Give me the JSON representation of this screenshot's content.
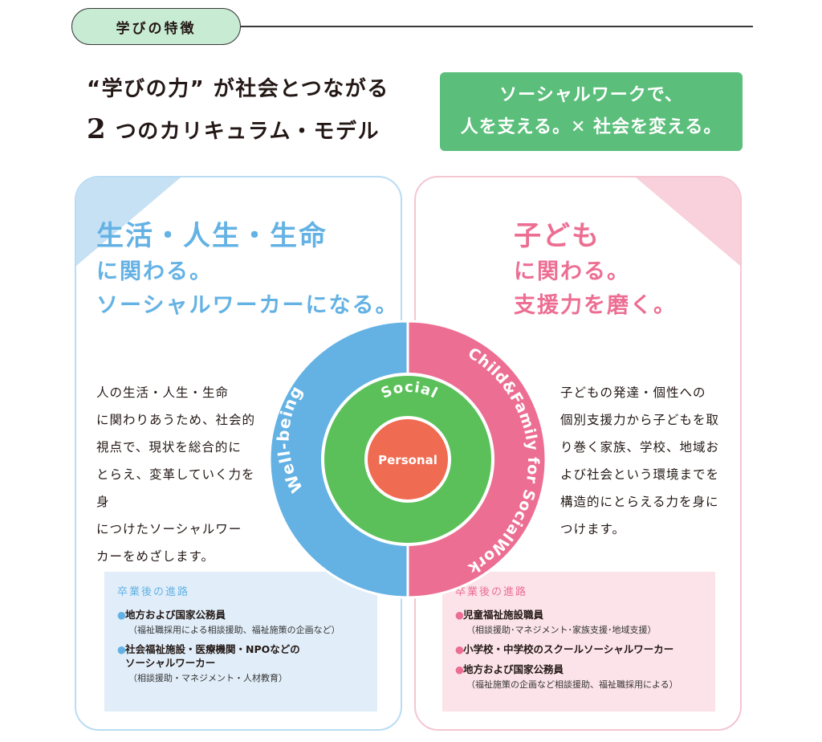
{
  "section_tag": "学びの特徴",
  "headline": {
    "line1": "“学びの力” が社会とつながる",
    "line2_num": "2",
    "line2_rest": " つのカリキュラム・モデル"
  },
  "slogan": {
    "line1": "ソーシャルワークで、",
    "line2": "人を支える。✕ 社会を変える。"
  },
  "left_panel": {
    "head1": "生活・人生・生命",
    "head2": "に関わる。",
    "head3": "ソーシャルワーカーになる。",
    "desc": [
      "人の生活・人生・生命",
      "に関わりあうため、社会的",
      "視点で、現状を総合的に",
      "とらえ、変革していく力を身",
      "につけたソーシャルワー",
      "カーをめざします。"
    ],
    "career_title": "卒業後の進路",
    "careers": [
      {
        "label": "地方および国家公務員",
        "sub": "（福祉職採用による相談援助、福祉施策の企画など）"
      },
      {
        "label": "社会福祉施設・医療機関・NPOなどの",
        "label2": "ソーシャルワーカー",
        "sub": "（相談援助・マネジメント・人材教育）"
      }
    ]
  },
  "right_panel": {
    "head1": "子ども",
    "head2": "に関わる。",
    "head3": "支援力を磨く。",
    "desc": [
      "子どもの発達・個性への",
      "個別支援力から子どもを取",
      "り巻く家族、学校、地域お",
      "よび社会という環境までを",
      "構造的にとらえる力を身に",
      "つけます。"
    ],
    "career_title": "卒業後の進路",
    "careers": [
      {
        "label": "児童福祉施設職員",
        "sub": "（相談援助･マネジメント･家族支援･地域支援）"
      },
      {
        "label": "小学校・中学校のスクールソーシャルワーカー",
        "sub": ""
      },
      {
        "label": "地方および国家公務員",
        "sub": "（福祉施策の企画など相談援助、福祉職採用による）"
      }
    ]
  },
  "diagram": {
    "left_ring_label": "Well-being",
    "right_ring_label": "Child&Family for SocialWork",
    "middle_label": "Social",
    "center_label": "Personal"
  },
  "colors": {
    "blue": "#64b2e4",
    "pink": "#ec6e93",
    "green": "#5bbf7b",
    "inner_green": "#5cc05a",
    "core_red": "#ef6b52"
  }
}
